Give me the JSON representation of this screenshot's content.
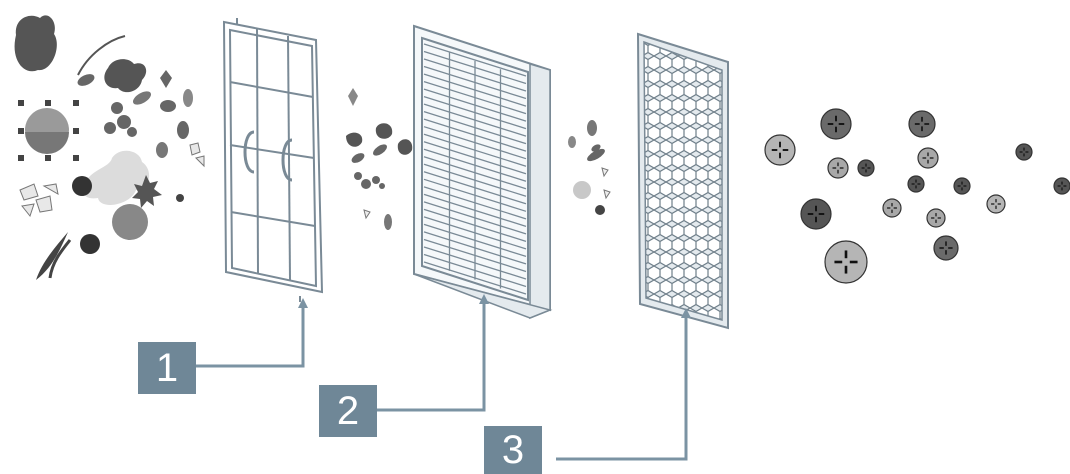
{
  "labels": [
    {
      "id": "1",
      "text": "1"
    },
    {
      "id": "2",
      "text": "2"
    },
    {
      "id": "3",
      "text": "3"
    }
  ],
  "colors": {
    "label_bg": "#6f8797",
    "connector": "#7b93a3",
    "outline": "#7a8a96",
    "particle_dark": "#4a4a4a",
    "particle_mid": "#8f8f8f",
    "particle_light": "#bdbdbd",
    "filter_face": "#f5f8fa"
  },
  "icons": {
    "filters": [
      "pre-filter-frame",
      "pleated-filter",
      "honeycomb-carbon-filter"
    ],
    "output": "clean-air-particle"
  }
}
